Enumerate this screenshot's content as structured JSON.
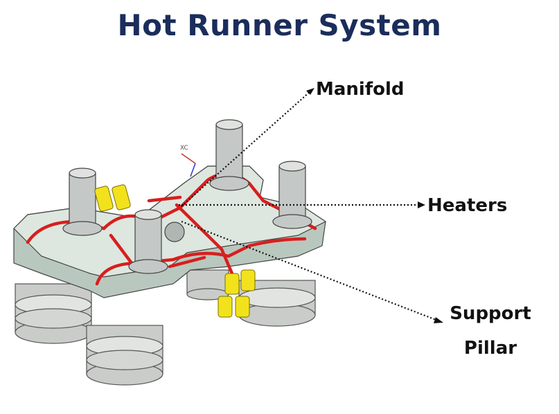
{
  "title": "Hot Runner System",
  "labels": {
    "manifold": "Manifold",
    "heaters": "Heaters",
    "support_line1": "Support",
    "support_line2": "Pillar"
  },
  "cad_axis_label": "XC",
  "colors": {
    "title": "#1b2d5b",
    "manifold_plate": "#d9e4dc",
    "heater": "#d81e1e",
    "connector": "#f2e21c"
  }
}
